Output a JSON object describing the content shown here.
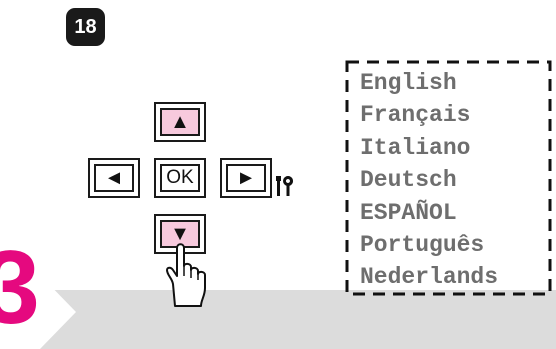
{
  "step_number": "18",
  "big_step_label": "3",
  "remote": {
    "up_icon": "▲",
    "down_icon": "▼",
    "left_icon": "◄",
    "right_icon": "►",
    "ok_label": "OK",
    "highlight_color": "#f7c9dd"
  },
  "settings_icon": "tools-icon",
  "languages": [
    "English",
    "Français",
    "Italiano",
    "Deutsch",
    "ESPAÑOL",
    "Português",
    "Nederlands"
  ],
  "colors": {
    "accent": "#e5097f",
    "band": "#dcdcdc",
    "badge": "#1a1a1a"
  }
}
